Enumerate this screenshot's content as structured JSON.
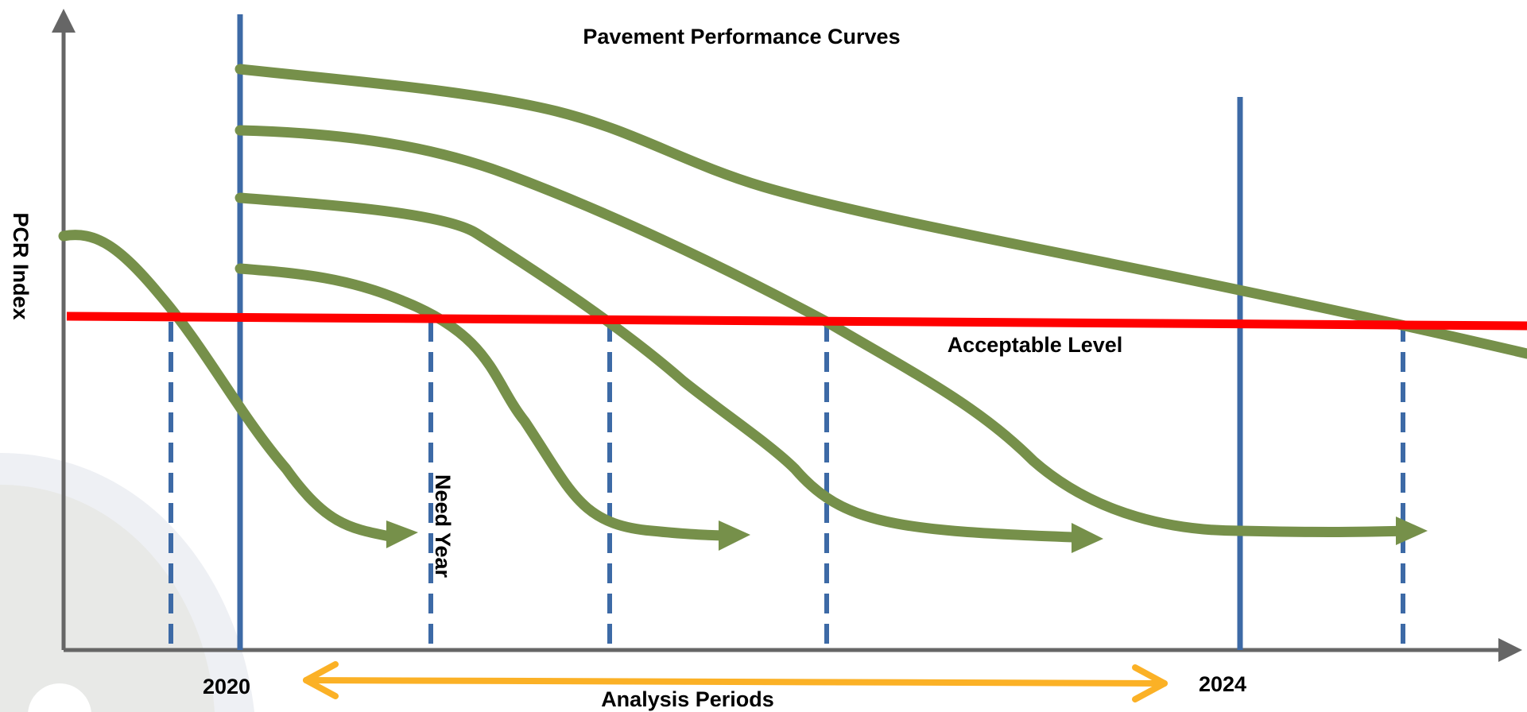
{
  "title": "Pavement Performance Curves",
  "y_axis_label": "PCR Index",
  "threshold_label": "Acceptable Level",
  "need_year_label": "Need Year",
  "period_label": "Analysis Periods",
  "years": {
    "start": "2020",
    "end": "2024"
  },
  "colors": {
    "axis": "#666666",
    "curve": "#76904a",
    "threshold": "#ff0000",
    "year_line": "#3d6aa6",
    "need_line": "#3d6aa6",
    "period_arrow": "#fbb126",
    "watermark": "#e8e9e7"
  }
}
